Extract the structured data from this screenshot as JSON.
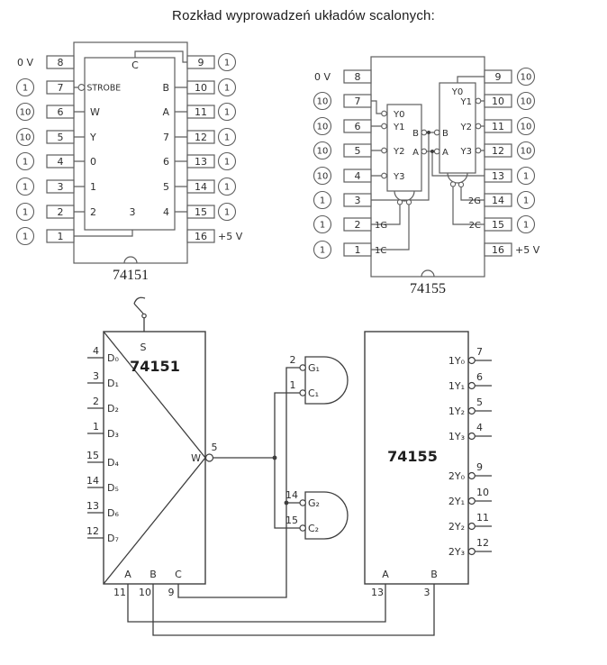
{
  "title": "Rozkład wyprowadzeń układów scalonych:",
  "p151": {
    "caption": "74151",
    "gnd": "0 V",
    "vcc": "+5 V",
    "lpins": [
      "8",
      "7",
      "6",
      "5",
      "4",
      "3",
      "2",
      "1"
    ],
    "rpins": [
      "9",
      "10",
      "11",
      "12",
      "13",
      "14",
      "15",
      "16"
    ],
    "lvals": [
      "1",
      "10",
      "10",
      "1",
      "1",
      "1",
      "1"
    ],
    "rvals": [
      "1",
      "1",
      "1",
      "1",
      "1",
      "1",
      "1"
    ],
    "lab": {
      "c": "C",
      "strobe": "STROBE",
      "w": "W",
      "y": "Y",
      "i0": "0",
      "i1": "1",
      "i2": "2",
      "i3": "3",
      "b": "B",
      "a": "A",
      "i7": "7",
      "i6": "6",
      "i5": "5",
      "i4": "4"
    }
  },
  "p155": {
    "caption": "74155",
    "gnd": "0 V",
    "vcc": "+5 V",
    "lpins": [
      "8",
      "7",
      "6",
      "5",
      "4",
      "3",
      "2",
      "1"
    ],
    "rpins": [
      "9",
      "10",
      "11",
      "12",
      "13",
      "14",
      "15",
      "16"
    ],
    "lvals": [
      "10",
      "10",
      "10",
      "10",
      "1",
      "1",
      "1"
    ],
    "rvals": [
      "10",
      "10",
      "10",
      "10",
      "1",
      "1",
      "1"
    ],
    "lab": {
      "ly0": "Y0",
      "ly1": "Y1",
      "ly2": "Y2",
      "ly3": "Y3",
      "ry0": "Y0",
      "ry1": "Y1",
      "ry2": "Y2",
      "ry3": "Y3",
      "lb": "B",
      "rb": "B",
      "la": "A",
      "ra": "A",
      "g1": "1G",
      "c1": "1C",
      "g2": "2G",
      "c2": "2C"
    }
  },
  "cir": {
    "mux": {
      "name": "74151",
      "s": "S",
      "w": "W",
      "wpin": "5",
      "din": [
        {
          "pin": "4",
          "lab": "D₀"
        },
        {
          "pin": "3",
          "lab": "D₁"
        },
        {
          "pin": "2",
          "lab": "D₂"
        },
        {
          "pin": "1",
          "lab": "D₃"
        },
        {
          "pin": "15",
          "lab": "D₄"
        },
        {
          "pin": "14",
          "lab": "D₅"
        },
        {
          "pin": "13",
          "lab": "D₆"
        },
        {
          "pin": "12",
          "lab": "D₇"
        }
      ],
      "sel": [
        {
          "lab": "A",
          "pin": "11"
        },
        {
          "lab": "B",
          "pin": "10"
        },
        {
          "lab": "C",
          "pin": "9"
        }
      ]
    },
    "g1": {
      "glab": "G₁",
      "gpin": "2",
      "clab": "C₁",
      "cpin": "1"
    },
    "g2": {
      "glab": "G₂",
      "gpin": "14",
      "clab": "C₂",
      "cpin": "15"
    },
    "demux": {
      "name": "74155",
      "outs": [
        {
          "lab": "1Y₀",
          "pin": "7"
        },
        {
          "lab": "1Y₁",
          "pin": "6"
        },
        {
          "lab": "1Y₂",
          "pin": "5"
        },
        {
          "lab": "1Y₃",
          "pin": "4"
        },
        {
          "lab": "2Y₀",
          "pin": "9"
        },
        {
          "lab": "2Y₁",
          "pin": "10"
        },
        {
          "lab": "2Y₂",
          "pin": "11"
        },
        {
          "lab": "2Y₃",
          "pin": "12"
        }
      ],
      "sel": [
        {
          "lab": "A",
          "pin": "13"
        },
        {
          "lab": "B",
          "pin": "3"
        }
      ]
    }
  }
}
